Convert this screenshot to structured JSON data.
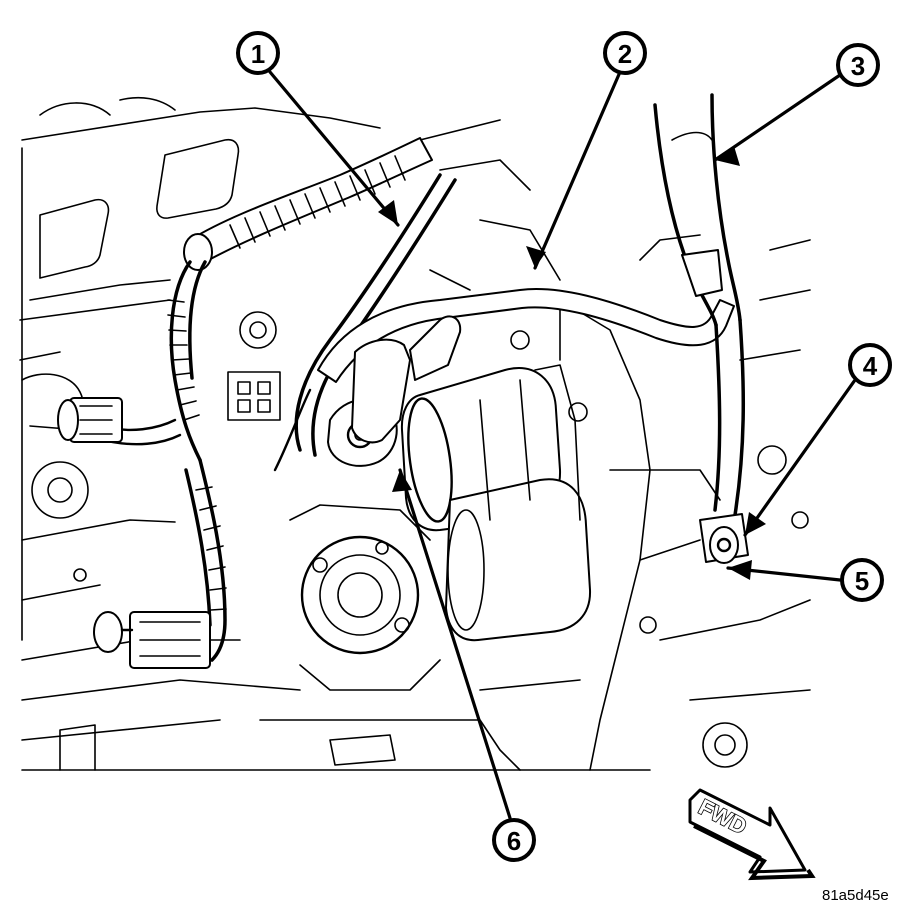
{
  "callouts": [
    {
      "id": "callout-1",
      "label": "1"
    },
    {
      "id": "callout-2",
      "label": "2"
    },
    {
      "id": "callout-3",
      "label": "3"
    },
    {
      "id": "callout-4",
      "label": "4"
    },
    {
      "id": "callout-5",
      "label": "5"
    },
    {
      "id": "callout-6",
      "label": "6"
    }
  ],
  "direction_label": "FWD",
  "figure_id": "81a5d45e"
}
